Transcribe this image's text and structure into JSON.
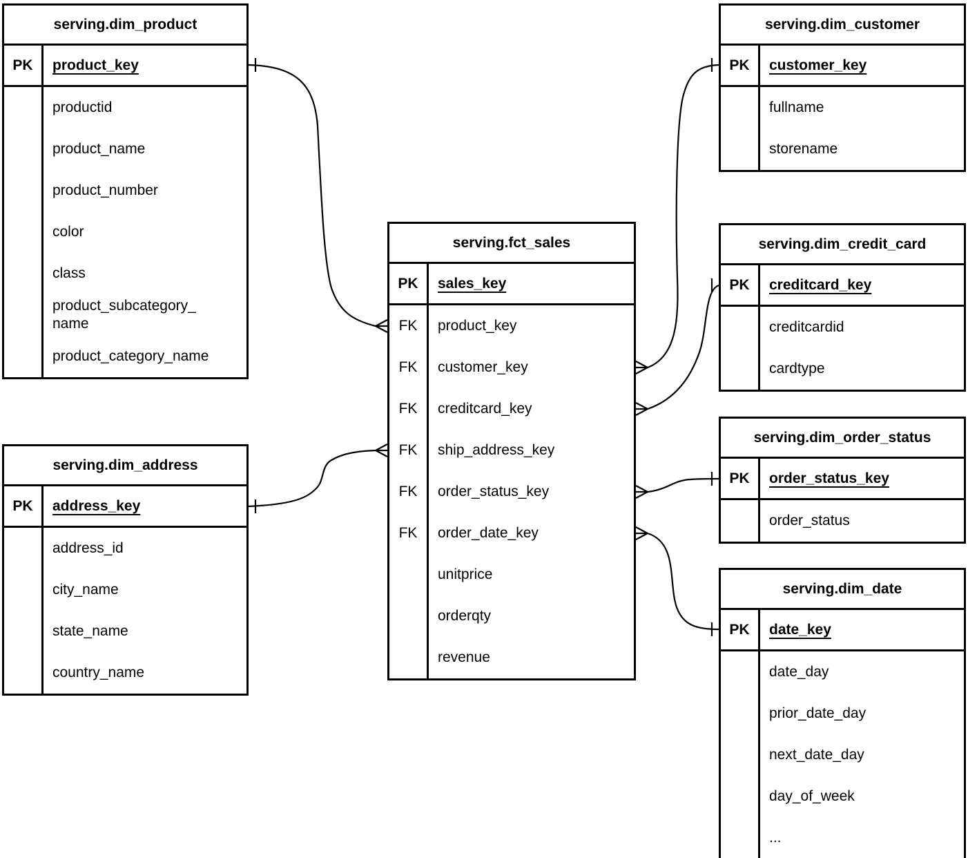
{
  "diagram": {
    "type": "entity-relationship-diagram",
    "colors": {
      "ink": "#000000",
      "background": "#ffffff"
    },
    "tables": {
      "dim_product": {
        "title": "serving.dim_product",
        "pk_tag": "PK",
        "pk_field": "product_key",
        "rows": [
          {
            "tag": "",
            "label": "productid"
          },
          {
            "tag": "",
            "label": "product_name"
          },
          {
            "tag": "",
            "label": "product_number"
          },
          {
            "tag": "",
            "label": "color"
          },
          {
            "tag": "",
            "label": "class"
          },
          {
            "tag": "",
            "label": "product_subcategory_\nname"
          },
          {
            "tag": "",
            "label": "product_category_name"
          }
        ]
      },
      "dim_address": {
        "title": "serving.dim_address",
        "pk_tag": "PK",
        "pk_field": "address_key",
        "rows": [
          {
            "tag": "",
            "label": "address_id"
          },
          {
            "tag": "",
            "label": "city_name"
          },
          {
            "tag": "",
            "label": "state_name"
          },
          {
            "tag": "",
            "label": "country_name"
          }
        ]
      },
      "fct_sales": {
        "title": "serving.fct_sales",
        "pk_tag": "PK",
        "pk_field": "sales_key",
        "rows": [
          {
            "tag": "FK",
            "label": "product_key"
          },
          {
            "tag": "FK",
            "label": "customer_key"
          },
          {
            "tag": "FK",
            "label": "creditcard_key"
          },
          {
            "tag": "FK",
            "label": "ship_address_key"
          },
          {
            "tag": "FK",
            "label": "order_status_key"
          },
          {
            "tag": "FK",
            "label": "order_date_key"
          },
          {
            "tag": "",
            "label": "unitprice"
          },
          {
            "tag": "",
            "label": "orderqty"
          },
          {
            "tag": "",
            "label": "revenue"
          }
        ]
      },
      "dim_customer": {
        "title": "serving.dim_customer",
        "pk_tag": "PK",
        "pk_field": "customer_key",
        "rows": [
          {
            "tag": "",
            "label": "fullname"
          },
          {
            "tag": "",
            "label": "storename"
          }
        ]
      },
      "dim_credit_card": {
        "title": "serving.dim_credit_card",
        "pk_tag": "PK",
        "pk_field": "creditcard_key",
        "rows": [
          {
            "tag": "",
            "label": "creditcardid"
          },
          {
            "tag": "",
            "label": "cardtype"
          }
        ]
      },
      "dim_order_status": {
        "title": "serving.dim_order_status",
        "pk_tag": "PK",
        "pk_field": "order_status_key",
        "rows": [
          {
            "tag": "",
            "label": "order_status"
          }
        ]
      },
      "dim_date": {
        "title": "serving.dim_date",
        "pk_tag": "PK",
        "pk_field": "date_key",
        "rows": [
          {
            "tag": "",
            "label": "date_day"
          },
          {
            "tag": "",
            "label": "prior_date_day"
          },
          {
            "tag": "",
            "label": "next_date_day"
          },
          {
            "tag": "",
            "label": "day_of_week"
          },
          {
            "tag": "",
            "label": "..."
          }
        ]
      }
    },
    "relationships": [
      {
        "one": "serving.dim_product.product_key",
        "many": "serving.fct_sales.product_key"
      },
      {
        "one": "serving.dim_address.address_key",
        "many": "serving.fct_sales.ship_address_key"
      },
      {
        "one": "serving.dim_customer.customer_key",
        "many": "serving.fct_sales.customer_key"
      },
      {
        "one": "serving.dim_credit_card.creditcard_key",
        "many": "serving.fct_sales.creditcard_key"
      },
      {
        "one": "serving.dim_order_status.order_status_key",
        "many": "serving.fct_sales.order_status_key"
      },
      {
        "one": "serving.dim_date.date_key",
        "many": "serving.fct_sales.order_date_key"
      }
    ]
  }
}
